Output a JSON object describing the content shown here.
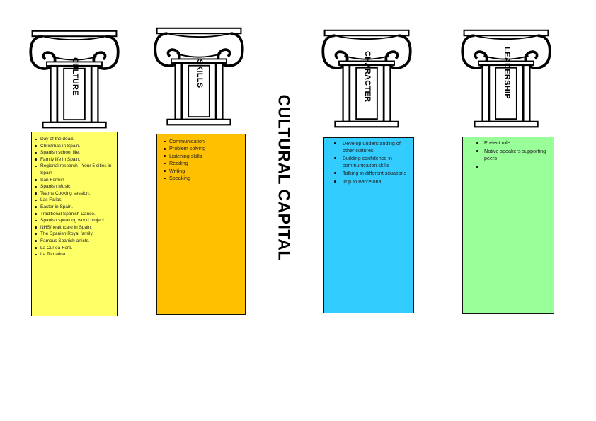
{
  "title": "CULTURAL CAPITAL",
  "columns": [
    {
      "label": "CULTURE",
      "color": "#ffff66",
      "items": [
        "Day of the dead.",
        "Christmas in Spain.",
        "Spanish school life.",
        "Family life in Spain.",
        "Regional research - Your 5 cities in Spain",
        "San Fermin",
        "Spanish Music",
        "Teams Cooking session.",
        "Las Fallas",
        "Easter in Spain.",
        "Traditional Spanish Dance.",
        "Spanish speaking world project.",
        "NHS/healthcare in Spain.",
        "The Spanish Royal family.",
        "Famous Spanish artists.",
        "La Cul-ea-Fora.",
        "La Tomatina"
      ]
    },
    {
      "label": "SKILLS",
      "color": "#ffc000",
      "items": [
        "Communication",
        "Problem solving",
        "Listening skills",
        "Reading",
        "Writing",
        "Speaking"
      ]
    },
    {
      "label": "CHARACTER",
      "color": "#33ccff",
      "items": [
        "Develop understanding of other cultures.",
        "Building confidence in communication skills",
        "Talking in different situations",
        "Trip to Barcelona"
      ]
    },
    {
      "label": "LEADERSHIP",
      "color": "#99ff99",
      "items": [
        "Prefect role",
        "Native speakers supporting peers",
        ""
      ]
    }
  ]
}
